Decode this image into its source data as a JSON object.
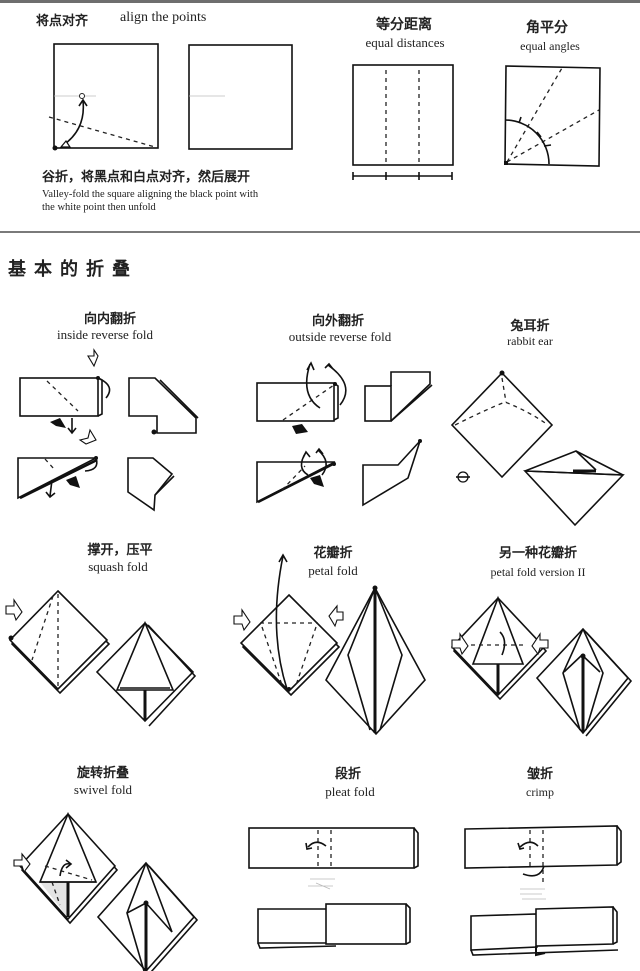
{
  "header": {
    "align_points": {
      "zh": "将点对齐",
      "en": "align the points"
    },
    "align_caption": {
      "zh": "谷折，将黑点和白点对齐，然后展开",
      "en_line1": "Valley-fold the square aligning the black point with",
      "en_line2": "the white point then unfold"
    },
    "equal_distances": {
      "zh": "等分距离",
      "en": "equal distances"
    },
    "equal_angles": {
      "zh": "角平分",
      "en": "equal angles"
    }
  },
  "section": {
    "title": "基本的折叠"
  },
  "folds": [
    {
      "zh": "向内翻折",
      "en": "inside reverse fold"
    },
    {
      "zh": "向外翻折",
      "en": "outside reverse fold"
    },
    {
      "zh": "兔耳折",
      "en": "rabbit ear"
    },
    {
      "zh": "撑开，压平",
      "en": "squash fold"
    },
    {
      "zh": "花瓣折",
      "en": "petal fold"
    },
    {
      "zh": "另一种花瓣折",
      "en": "petal fold version II"
    },
    {
      "zh": "旋转折叠",
      "en": "swivel fold"
    },
    {
      "zh": "段折",
      "en": "pleat fold"
    },
    {
      "zh": "皱折",
      "en": "crimp"
    }
  ],
  "symbols": {
    "turn_over": "⊖"
  },
  "colors": {
    "line": "#111111",
    "divider": "#7a7a7a",
    "shade": "#e4e4e4"
  }
}
